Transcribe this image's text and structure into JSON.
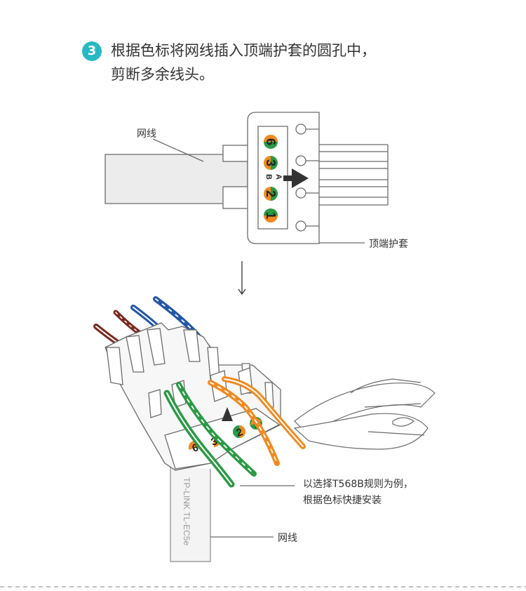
{
  "step": {
    "number": "3",
    "line1": "根据色标将网线插入顶端护套的圆孔中，",
    "line2": "剪断多余线头。"
  },
  "top_diagram": {
    "cable_label": "网线",
    "cap_label": "顶端护套",
    "color_codes": [
      "6",
      "3",
      "2",
      "1"
    ],
    "standard_letters": [
      "A",
      "B"
    ]
  },
  "bottom_diagram": {
    "note_line1": "以选择T568B规则为例，",
    "note_line2": "根据色标快捷安装",
    "cable_label": "网线",
    "cable_print": "TP-LINK  TL-EC5e",
    "color_codes": [
      "6",
      "3",
      "2",
      "1"
    ]
  },
  "colors": {
    "accent": "#27b8c4",
    "orange": "#ef8b22",
    "green": "#2a9a45",
    "blue": "#2457a7",
    "brown": "#7b2b22",
    "outline": "#6b6b6b"
  }
}
